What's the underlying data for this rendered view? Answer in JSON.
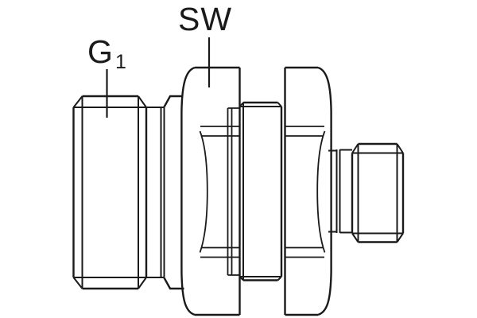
{
  "figure": {
    "description": "technical line drawing of a threaded bulkhead adapter fitting",
    "labels": {
      "thread_label": {
        "text": "G",
        "subscript": "1"
      },
      "wrench_label": {
        "text": "SW"
      }
    },
    "colors": {
      "line": "#1a1a1a",
      "background": "#ffffff"
    }
  }
}
